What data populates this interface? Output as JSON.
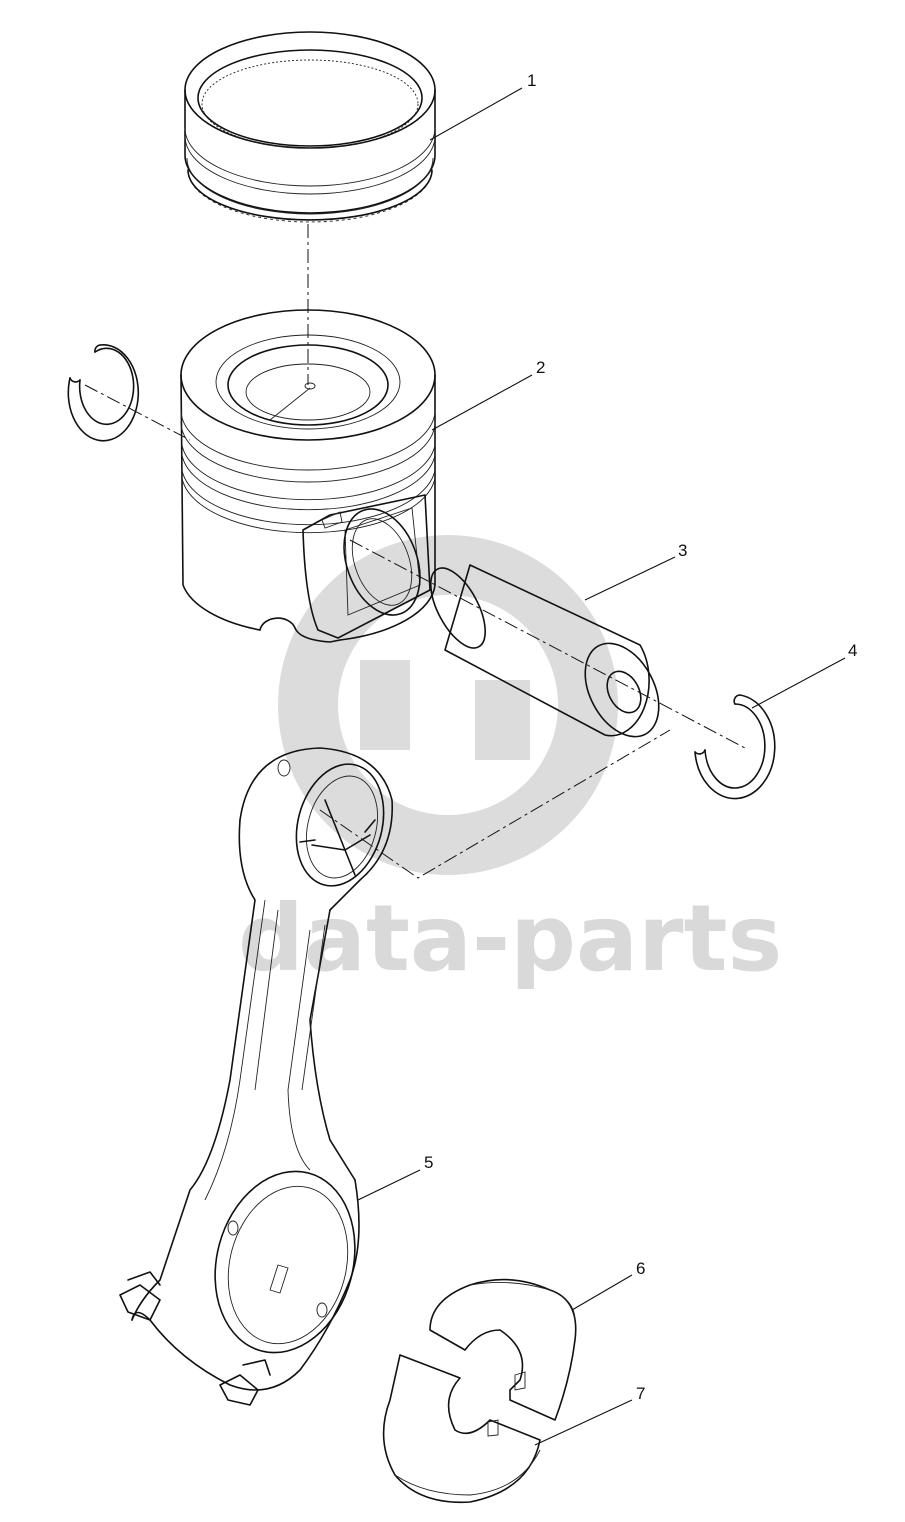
{
  "watermark": {
    "text": "data-parts",
    "color": "#d9d9d9"
  },
  "callouts": [
    {
      "id": 1,
      "label": "1",
      "part": "piston-ring-set"
    },
    {
      "id": 2,
      "label": "2",
      "part": "piston"
    },
    {
      "id": 3,
      "label": "3",
      "part": "piston-pin"
    },
    {
      "id": 4,
      "label": "4",
      "part": "snap-ring"
    },
    {
      "id": 5,
      "label": "5",
      "part": "connecting-rod"
    },
    {
      "id": 6,
      "label": "6",
      "part": "bearing-shell-upper"
    },
    {
      "id": 7,
      "label": "7",
      "part": "bearing-shell-lower"
    }
  ],
  "colors": {
    "line": "#111111",
    "pin_fill": "#f2f2f2"
  }
}
